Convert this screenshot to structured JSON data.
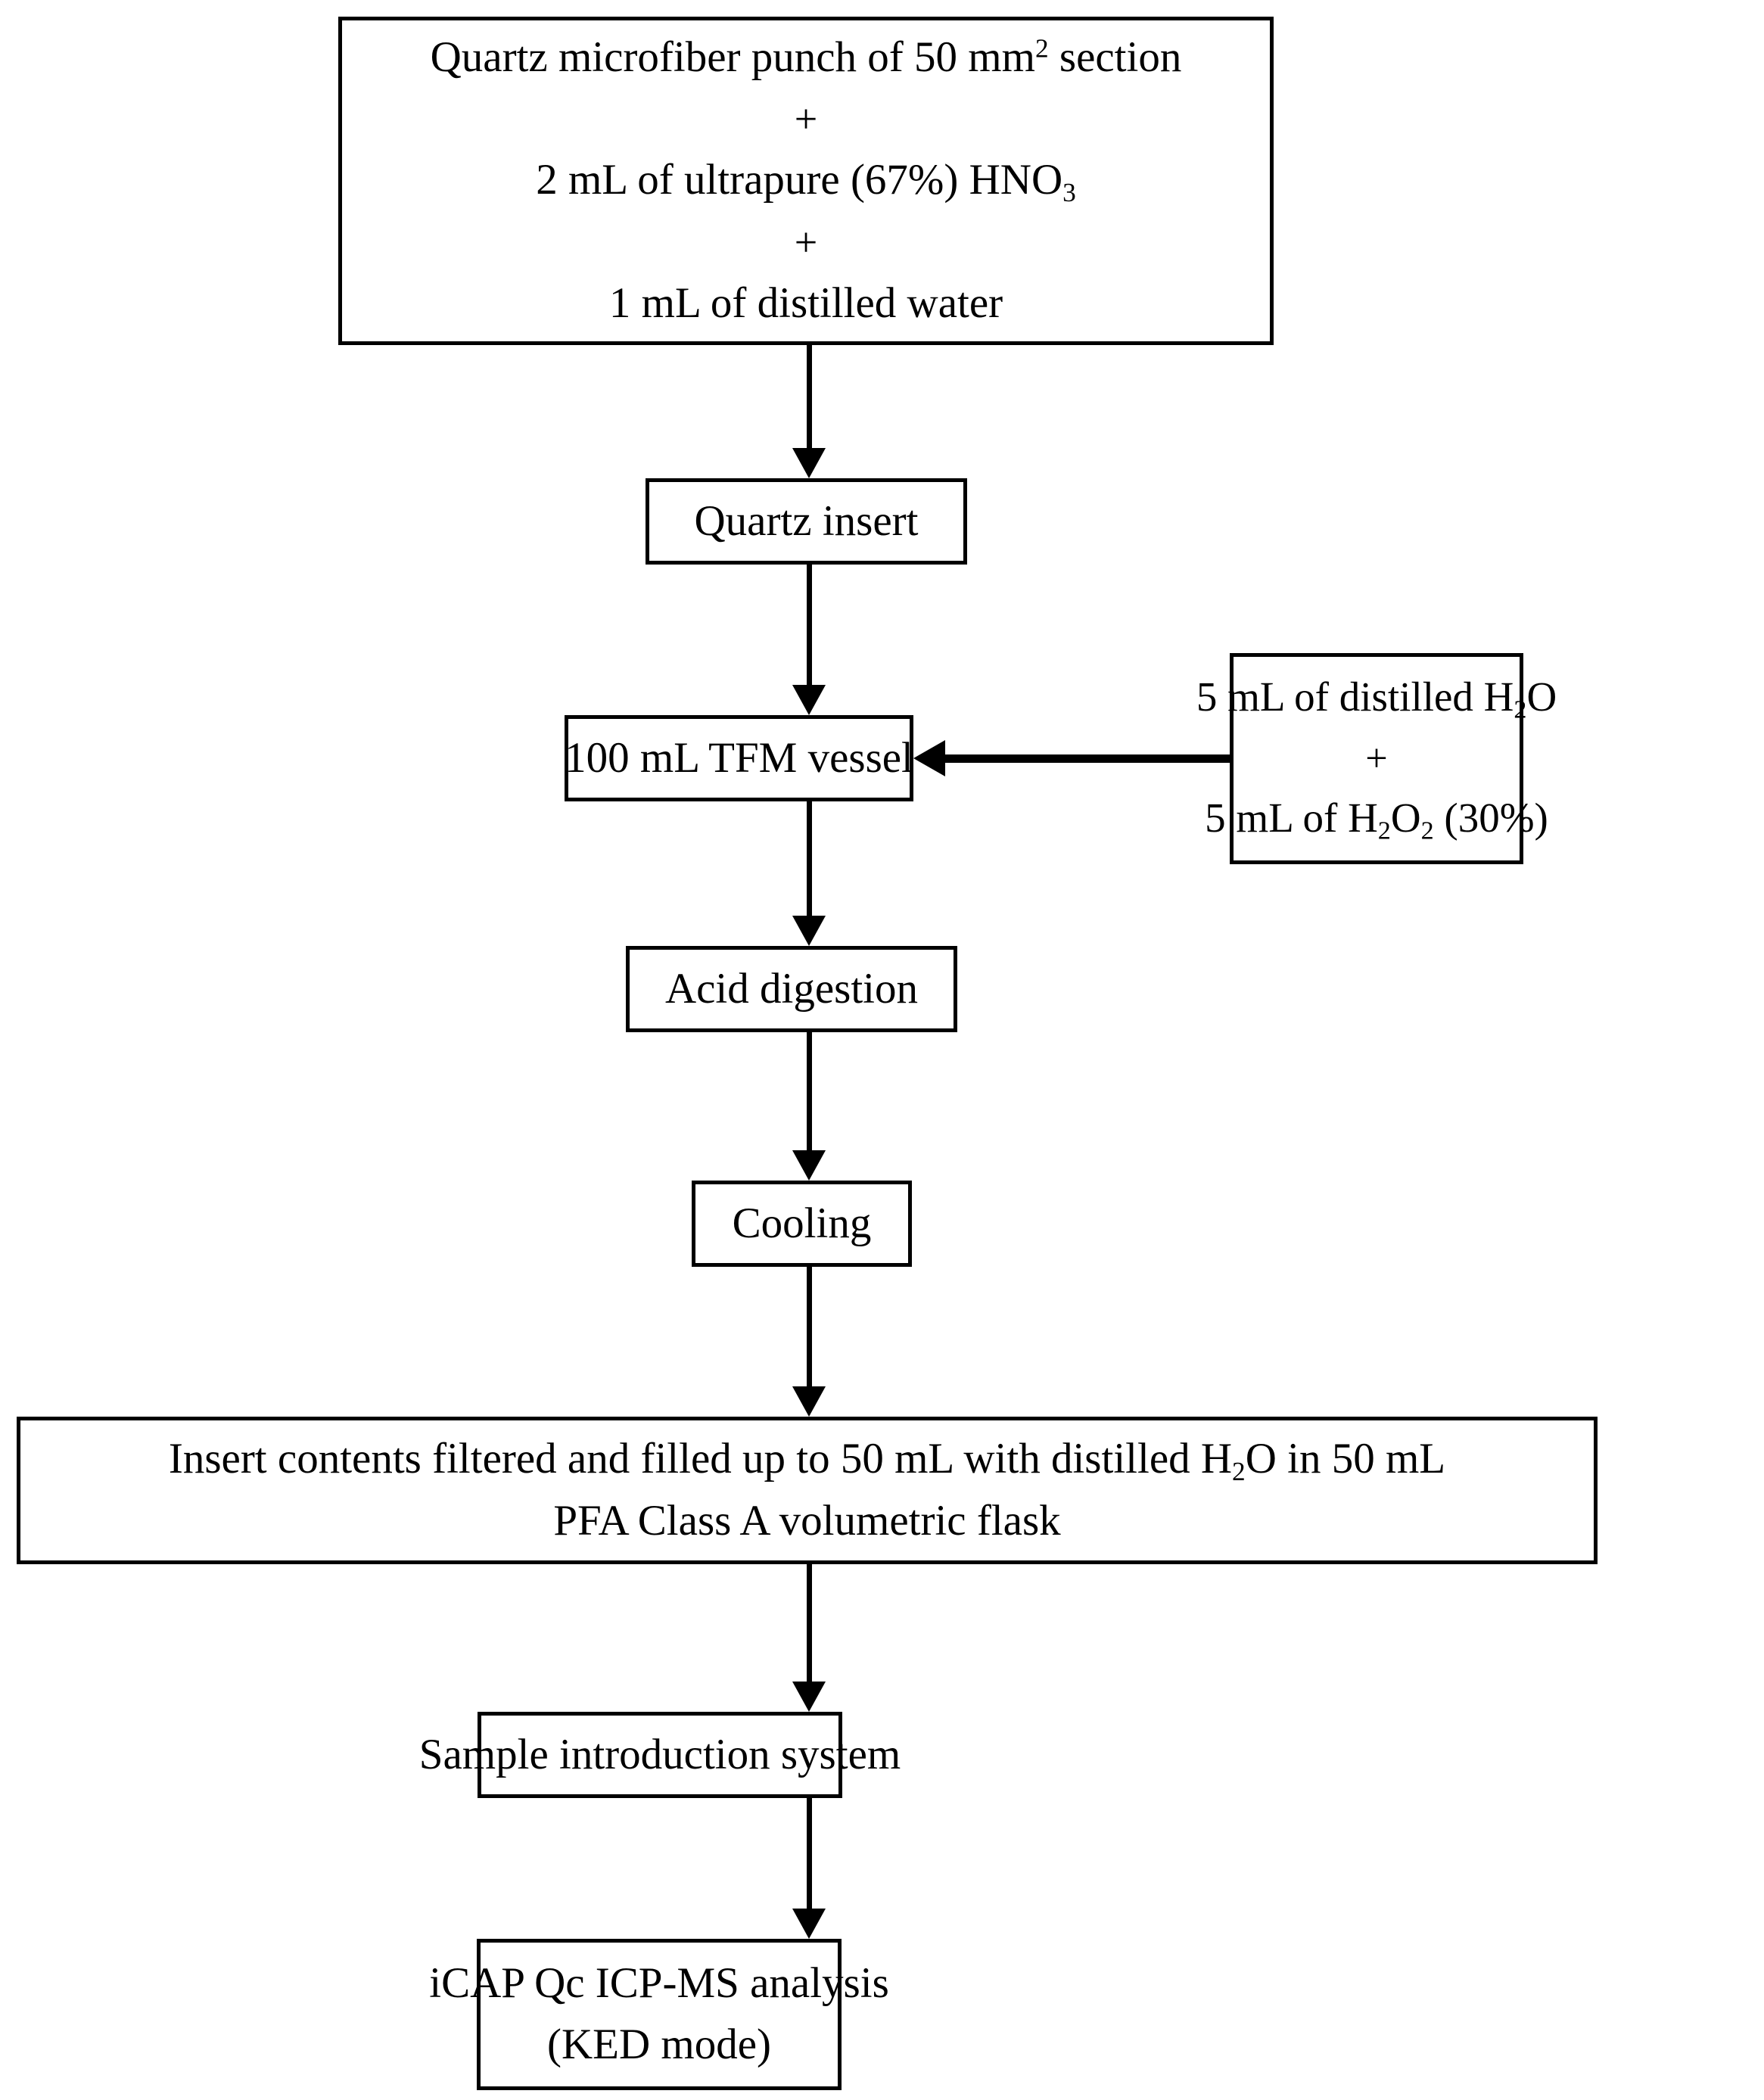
{
  "diagram": {
    "title": "Quartz microfiber filter acid-digestion and ICP-MS analysis workflow",
    "type": "flowchart",
    "orientation": "top-to-bottom",
    "colors": {
      "background": "#ffffff",
      "stroke": "#000000",
      "text": "#000000"
    },
    "nodes": [
      {
        "id": "reagents",
        "shape": "rectangle",
        "lines": [
          "Quartz microfiber punch of 50 mm2 section",
          "+",
          "2 mL of ultrapure (67%) HNO3",
          "+",
          "1 mL of distilled water"
        ],
        "line1_pre": "Quartz microfiber punch of 50 mm",
        "line1_sup": "2",
        "line1_post": " section",
        "plus1": "+",
        "line2_pre": "2 mL of ultrapure (67%) HNO",
        "line2_sub": "3",
        "plus2": "+",
        "line3": "1 mL of distilled water"
      },
      {
        "id": "quartz-insert",
        "shape": "rectangle",
        "label": "Quartz insert"
      },
      {
        "id": "tfm-vessel",
        "shape": "rectangle",
        "label": "100 mL TFM vessel"
      },
      {
        "id": "peroxide",
        "shape": "rectangle",
        "lines": [
          "5 mL of distilled H2O",
          "+",
          "5 mL of H2O2 (30%)"
        ],
        "line1_pre": "5 mL of distilled H",
        "line1_sub": "2",
        "line1_post": "O",
        "plus1": "+",
        "line2_pre": "5 mL of H",
        "line2_sub1": "2",
        "line2_mid": "O",
        "line2_sub2": "2",
        "line2_post": " (30%)"
      },
      {
        "id": "acid-digestion",
        "shape": "rectangle",
        "label": "Acid digestion"
      },
      {
        "id": "cooling",
        "shape": "rectangle",
        "label": "Cooling"
      },
      {
        "id": "flask",
        "shape": "rectangle",
        "lines": [
          "Insert contents filtered and filled up to 50 mL with distilled H2O in 50 mL",
          "PFA Class A volumetric flask"
        ],
        "line1_pre": "Insert contents filtered and filled up to 50 mL with distilled H",
        "line1_sub": "2",
        "line1_post": "O in 50 mL",
        "line2": "PFA Class A volumetric flask"
      },
      {
        "id": "intro-system",
        "shape": "rectangle",
        "label": "Sample introduction system"
      },
      {
        "id": "icpms",
        "shape": "rectangle",
        "lines": [
          "iCAP Qc ICP-MS analysis",
          "(KED mode)"
        ],
        "line1": "iCAP Qc ICP-MS analysis",
        "line2": "(KED mode)"
      }
    ],
    "edges": [
      {
        "id": "reagents-to-insert",
        "from": "reagents",
        "to": "quartz-insert",
        "direction": "down",
        "style": "solid-arrow"
      },
      {
        "id": "insert-to-vessel",
        "from": "quartz-insert",
        "to": "tfm-vessel",
        "direction": "down",
        "style": "solid-arrow"
      },
      {
        "id": "peroxide-to-vessel",
        "from": "peroxide",
        "to": "tfm-vessel",
        "direction": "left",
        "style": "solid-arrow"
      },
      {
        "id": "vessel-to-acid",
        "from": "tfm-vessel",
        "to": "acid-digestion",
        "direction": "down",
        "style": "solid-arrow"
      },
      {
        "id": "acid-to-cooling",
        "from": "acid-digestion",
        "to": "cooling",
        "direction": "down",
        "style": "solid-arrow"
      },
      {
        "id": "cooling-to-flask",
        "from": "cooling",
        "to": "flask",
        "direction": "down",
        "style": "solid-arrow"
      },
      {
        "id": "flask-to-intro",
        "from": "flask",
        "to": "intro-system",
        "direction": "down",
        "style": "solid-arrow"
      },
      {
        "id": "intro-to-icpms",
        "from": "intro-system",
        "to": "icpms",
        "direction": "down",
        "style": "solid-arrow"
      }
    ]
  }
}
